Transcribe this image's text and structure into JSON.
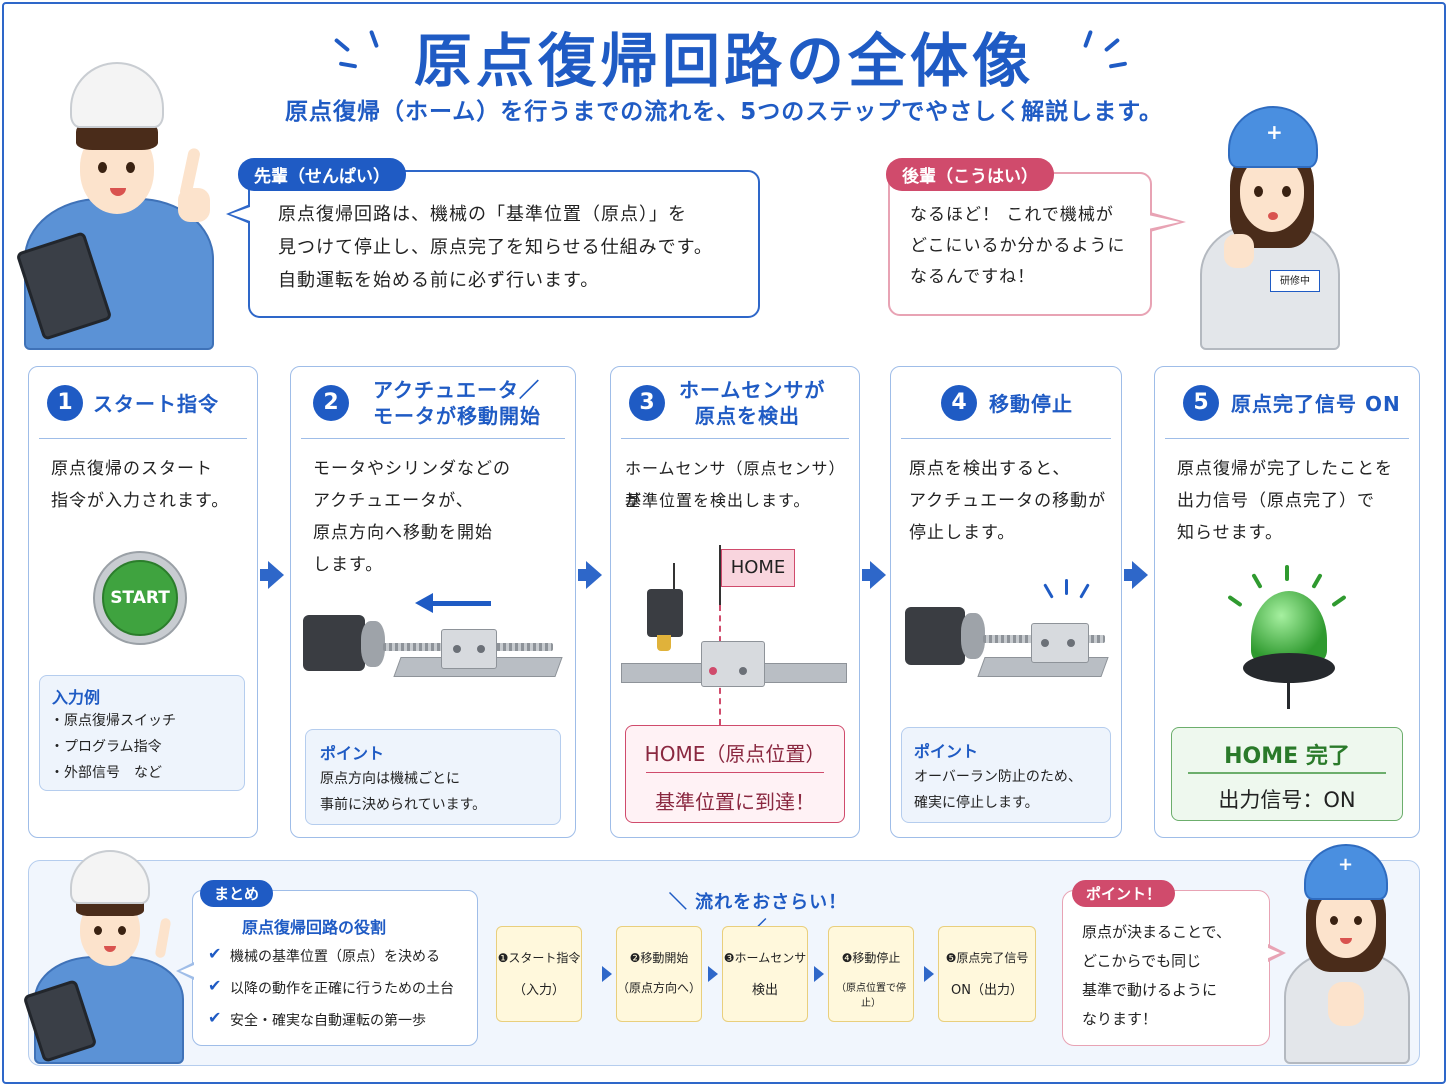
{
  "header": {
    "title": "原点復帰回路の全体像",
    "subtitle": "原点復帰（ホーム）を行うまでの流れを、5つのステップでやさしく解説します。"
  },
  "senpai": {
    "tag": "先輩（せんぱい）",
    "lines": [
      "原点復帰回路は、機械の「基準位置（原点）」を",
      "見つけて停止し、原点完了を知らせる仕組みです。",
      "自動運転を始める前に必ず行います。"
    ]
  },
  "kouhai": {
    "tag": "後輩（こうはい）",
    "lines": [
      "なるほど！ これで機械が",
      "どこにいるか分かるように",
      "なるんですね！"
    ],
    "badge": "研修中"
  },
  "steps": [
    {
      "num": "1",
      "title": [
        "スタート指令"
      ],
      "desc": [
        "原点復帰のスタート",
        "指令が入力されます。"
      ],
      "button": "START",
      "note_title": "入力例",
      "note_lines": [
        "・原点復帰スイッチ",
        "・プログラム指令",
        "・外部信号　など"
      ]
    },
    {
      "num": "2",
      "title": [
        "アクチュエータ／",
        "モータが移動開始"
      ],
      "desc": [
        "モータやシリンダなどの",
        "アクチュエータが、",
        "原点方向へ移動を開始",
        "します。"
      ],
      "note_title": "ポイント",
      "note_lines": [
        "原点方向は機械ごとに",
        "事前に決められています。"
      ]
    },
    {
      "num": "3",
      "title": [
        "ホームセンサが",
        "原点を検出"
      ],
      "desc": [
        "ホームセンサ（原点センサ）が",
        "基準位置を検出します。"
      ],
      "flag": "HOME",
      "box_top": "HOME（原点位置）",
      "box_bottom": "基準位置に到達！"
    },
    {
      "num": "4",
      "title": [
        "移動停止"
      ],
      "desc": [
        "原点を検出すると、",
        "アクチュエータの移動が",
        "停止します。"
      ],
      "note_title": "ポイント",
      "note_lines": [
        "オーバーラン防止のため、",
        "確実に停止します。"
      ]
    },
    {
      "num": "5",
      "title": [
        "原点完了信号 ON"
      ],
      "desc": [
        "原点復帰が完了したことを",
        "出力信号（原点完了）で",
        "知らせます。"
      ],
      "box_top": "HOME 完了",
      "box_bottom": "出力信号：ON"
    }
  ],
  "summary": {
    "tag": "まとめ",
    "heading": "原点復帰回路の役割",
    "items": [
      "機械の基準位置（原点）を決める",
      "以降の動作を正確に行うための土台",
      "安全・確実な自動運転の第一歩"
    ]
  },
  "flow": {
    "title": "＼ 流れをおさらい！ ／",
    "items": [
      {
        "a": "❶スタート指令",
        "b": "（入力）"
      },
      {
        "a": "❷移動開始",
        "b": "（原点方向へ）"
      },
      {
        "a": "❸ホームセンサ",
        "b": "検出"
      },
      {
        "a": "❹移動停止",
        "b": "（原点位置で停止）"
      },
      {
        "a": "❺原点完了信号",
        "b": "ON（出力）"
      }
    ]
  },
  "point": {
    "tag": "ポイント！",
    "lines": [
      "原点が決まることで、",
      "どこからでも同じ",
      "基準で動けるように",
      "なります！"
    ]
  },
  "colors": {
    "primary": "#1f5bc4",
    "pink": "#d04b6c",
    "green": "#2f9a2f",
    "helmet_white": "#f4f4f4",
    "helmet_blue": "#4a8fe0",
    "uniform_blue": "#5b92d6",
    "uniform_gray": "#e3e6ea"
  },
  "icons": [
    "check-icon",
    "start-button-icon",
    "home-flag-icon",
    "signal-lamp-icon",
    "arrow-right-icon"
  ]
}
